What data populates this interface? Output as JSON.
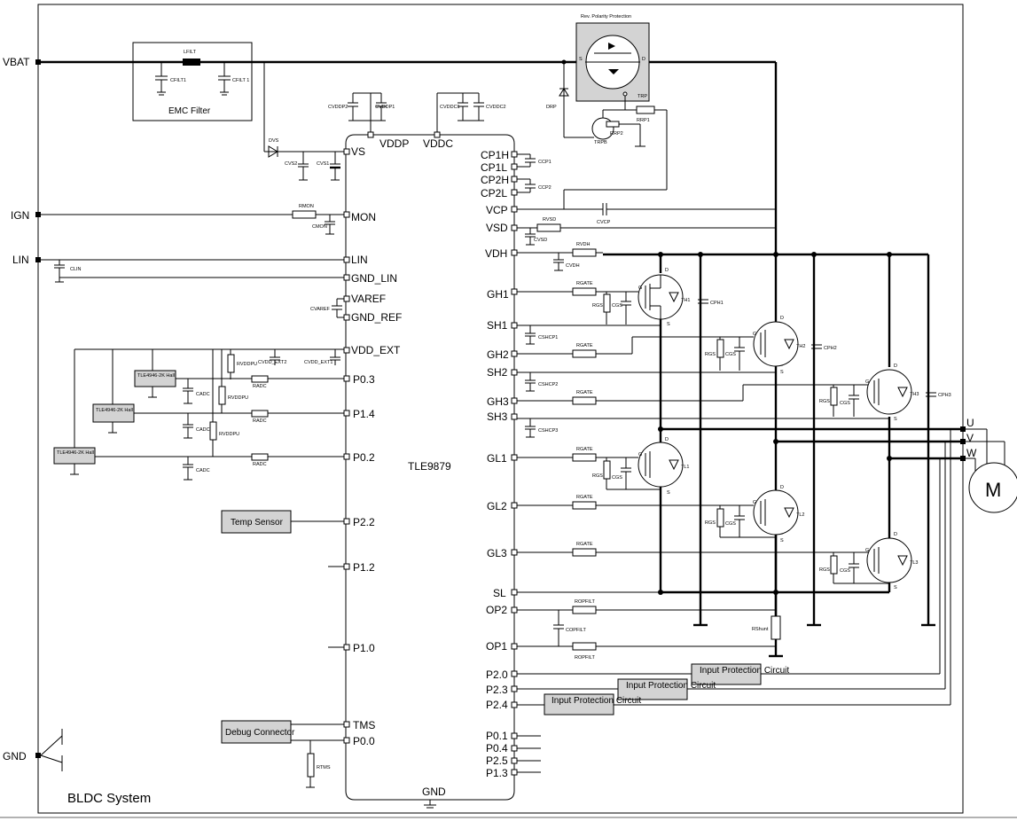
{
  "system_title": "BLDC System",
  "chip": {
    "name": "TLE9879",
    "left_pins": [
      "VS",
      "MON",
      "LIN",
      "GND_LIN",
      "VAREF",
      "GND_REF",
      "VDD_EXT",
      "P0.3",
      "P1.4",
      "P0.2",
      "P2.2",
      "P1.2",
      "P1.0",
      "TMS",
      "P0.0"
    ],
    "top_pins": [
      "VDDP",
      "VDDC"
    ],
    "bottom_pin": "GND",
    "right_pins": [
      "CP1H",
      "CP1L",
      "CP2H",
      "CP2L",
      "VCP",
      "VSD",
      "VDH",
      "GH1",
      "SH1",
      "GH2",
      "SH2",
      "GH3",
      "SH3",
      "GL1",
      "GL2",
      "GL3",
      "SL",
      "OP2",
      "OP1",
      "P2.0",
      "P2.3",
      "P2.4",
      "P0.1",
      "P0.4",
      "P2.5",
      "P1.3"
    ]
  },
  "external": {
    "vbat": "VBAT",
    "ign": "IGN",
    "lin": "LIN",
    "gnd": "GND"
  },
  "blocks": {
    "emc_filter": "EMC Filter",
    "rev_polarity": "Rev. Polarity Protection",
    "temp_sensor": "Temp Sensor",
    "debug_connector": "Debug Connector",
    "input_protection_1": "Input Protection Circuit",
    "input_protection_2": "Input Protection Circuit",
    "input_protection_3": "Input Protection Circuit",
    "hall_1": "TLE4946-2K Hall",
    "hall_2": "TLE4946-2K Hall",
    "hall_3": "TLE4946-2K Hall"
  },
  "motor": {
    "label": "M",
    "phases": [
      "U",
      "V",
      "W"
    ]
  },
  "components": {
    "lfilt": "LFILT",
    "cfilt1": "CFILT1",
    "cfilt2": "CFILT 1",
    "dvs": "DVS",
    "cvs2": "CVS2",
    "cvs1": "CVS1",
    "cvddp2": "CVDDP2",
    "cvddp1": "CVDDP1",
    "cvddc1": "CVDDC1",
    "cvddc2": "CVDDC2",
    "rmon": "RMON",
    "cmon": "CMON",
    "clin": "CLIN",
    "cvaref": "CVAREF",
    "rvddpu": "RVDDPU",
    "cvdd_ext2": "CVDD_EXT2",
    "cvdd_ext1": "CVDD_EXT1",
    "cadc1": "CADC",
    "cadc2": "CADC",
    "cadc3": "CADC",
    "radc1": "RADC",
    "radc2": "RADC",
    "radc3": "RADC",
    "rvddpu2": "RVDDPU",
    "rvddpu3": "RVDDPU",
    "rtms": "RTMS",
    "cc1": "CCP1",
    "cc2": "CCP2",
    "rvsd": "RVSD",
    "cvsd": "CVSD",
    "cvcp": "CVCP",
    "rvdh": "RVDH",
    "cvdh": "CVDH",
    "rgate1": "RGATE",
    "rgate2": "RGATE",
    "rgate3": "RGATE",
    "rgate4": "RGATE",
    "rgate5": "RGATE",
    "rgate6": "RGATE",
    "rgs1": "RGS",
    "cgs1": "CGS",
    "rgs2": "RGS",
    "cgs2": "CGS",
    "rgs3": "RGS",
    "cgs3": "CGS",
    "rgs4": "RGS",
    "cgs4": "CGS",
    "rgs5": "RGS",
    "cgs5": "CGS",
    "rgs6": "RGS",
    "cgs6": "CGS",
    "cshcp1": "CSHCP1",
    "cshcp2": "CSHCP2",
    "cshcp3": "CSHCP3",
    "cph1": "CPH1",
    "cph2": "CPH2",
    "cph3": "CPH3",
    "th1": "TH1",
    "th2": "TH2",
    "th3": "TH3",
    "tl1": "TL1",
    "tl2": "TL2",
    "tl3": "TL3",
    "ropfilt1": "ROPFILT",
    "ropfilt2": "ROPFILT",
    "copfilt": "COPFILT",
    "rshunt": "RShunt",
    "drp": "DRP",
    "trp": "TRP",
    "trpb": "TRPB",
    "rrp1": "RRP1",
    "rrp2": "RRP2"
  }
}
